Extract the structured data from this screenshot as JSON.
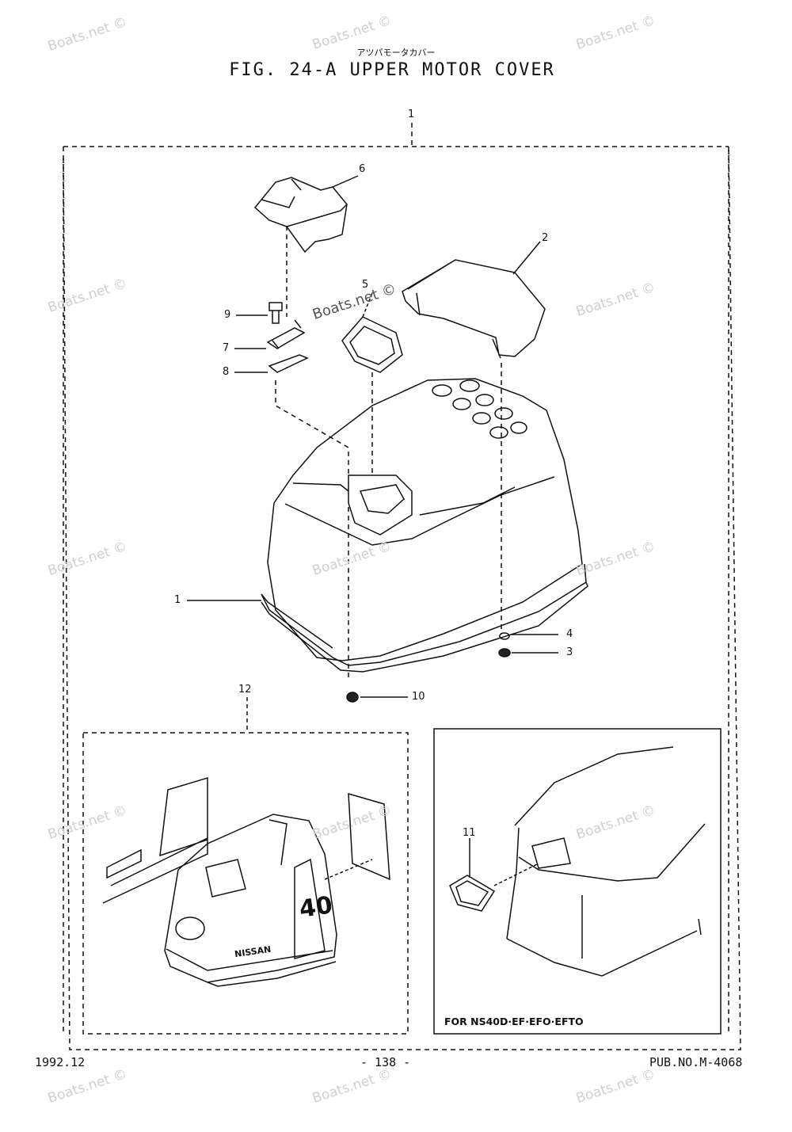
{
  "header": {
    "japanese_title": "アツパモータカバー",
    "figure_title": "FIG. 24-A UPPER MOTOR COVER"
  },
  "callouts": {
    "c1_top": "1",
    "c1_side": "1",
    "c2": "2",
    "c3": "3",
    "c4": "4",
    "c5": "5",
    "c6": "6",
    "c7": "7",
    "c8": "8",
    "c9": "9",
    "c10": "10",
    "c11": "11",
    "c12": "12"
  },
  "inset_note": "FOR NS40D·EF·EFO·EFTO",
  "decal_labels": {
    "brand": "NISSAN",
    "model": "40"
  },
  "footer": {
    "date": "1992.12",
    "page": "- 138 -",
    "pub_no": "PUB.NO.M-4068"
  },
  "watermark": "Boats.net ©"
}
